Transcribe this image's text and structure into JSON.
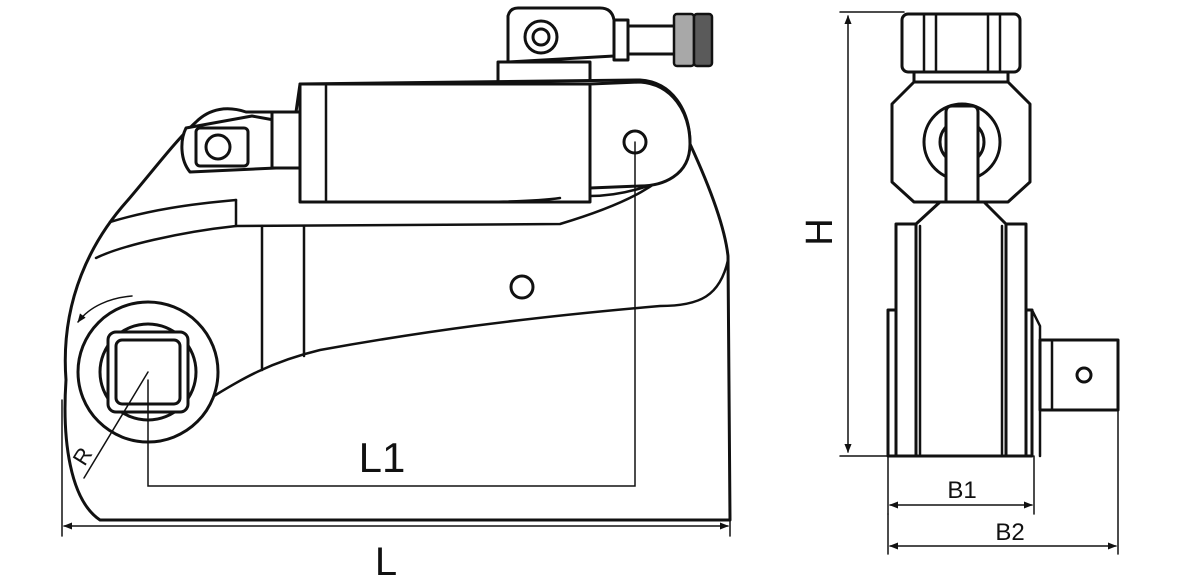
{
  "labels": {
    "length_total": "L",
    "length_arm": "L1",
    "radius": "R",
    "height": "H",
    "width_body": "B1",
    "width_total": "B2"
  },
  "colors": {
    "stroke": "#111111",
    "background": "#ffffff",
    "grip_light": "#a8a8a8",
    "grip_dark": "#5a5a5a"
  }
}
